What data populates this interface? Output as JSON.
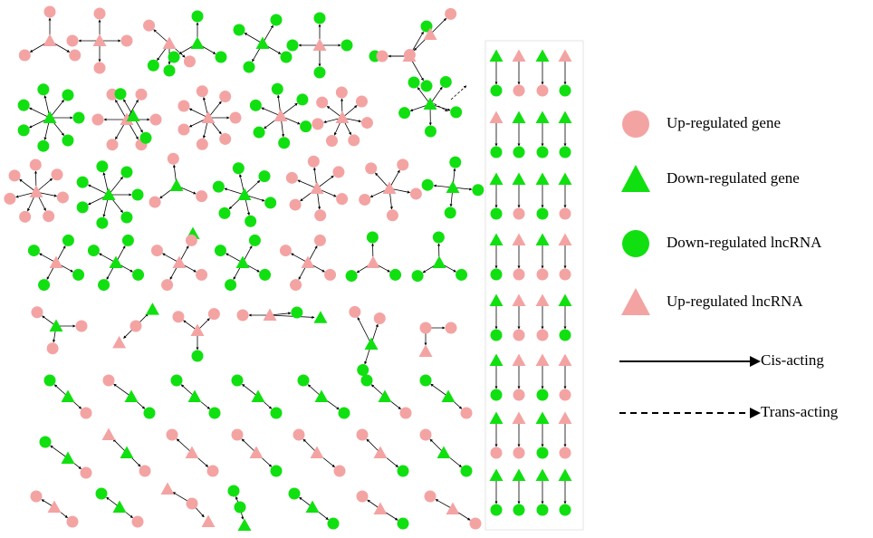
{
  "colors": {
    "up": "#f4a3a3",
    "down": "#10e010",
    "edge": "#000000"
  },
  "legend": {
    "up_gene": {
      "label": "Up-regulated gene",
      "shape": "circle",
      "color": "#f4a3a3"
    },
    "down_gene": {
      "label": "Down-regulated gene",
      "shape": "triangle",
      "color": "#10e010"
    },
    "down_lnc": {
      "label": "Down-regulated lncRNA",
      "shape": "circle",
      "color": "#10e010"
    },
    "up_lnc": {
      "label": "Up-regulated lncRNA",
      "shape": "triangle",
      "color": "#f4a3a3"
    },
    "cis": {
      "label": "Cis-acting",
      "style": "solid-arrow"
    },
    "trans": {
      "label": "Trans-acting",
      "style": "dashed-arrow"
    }
  }
}
